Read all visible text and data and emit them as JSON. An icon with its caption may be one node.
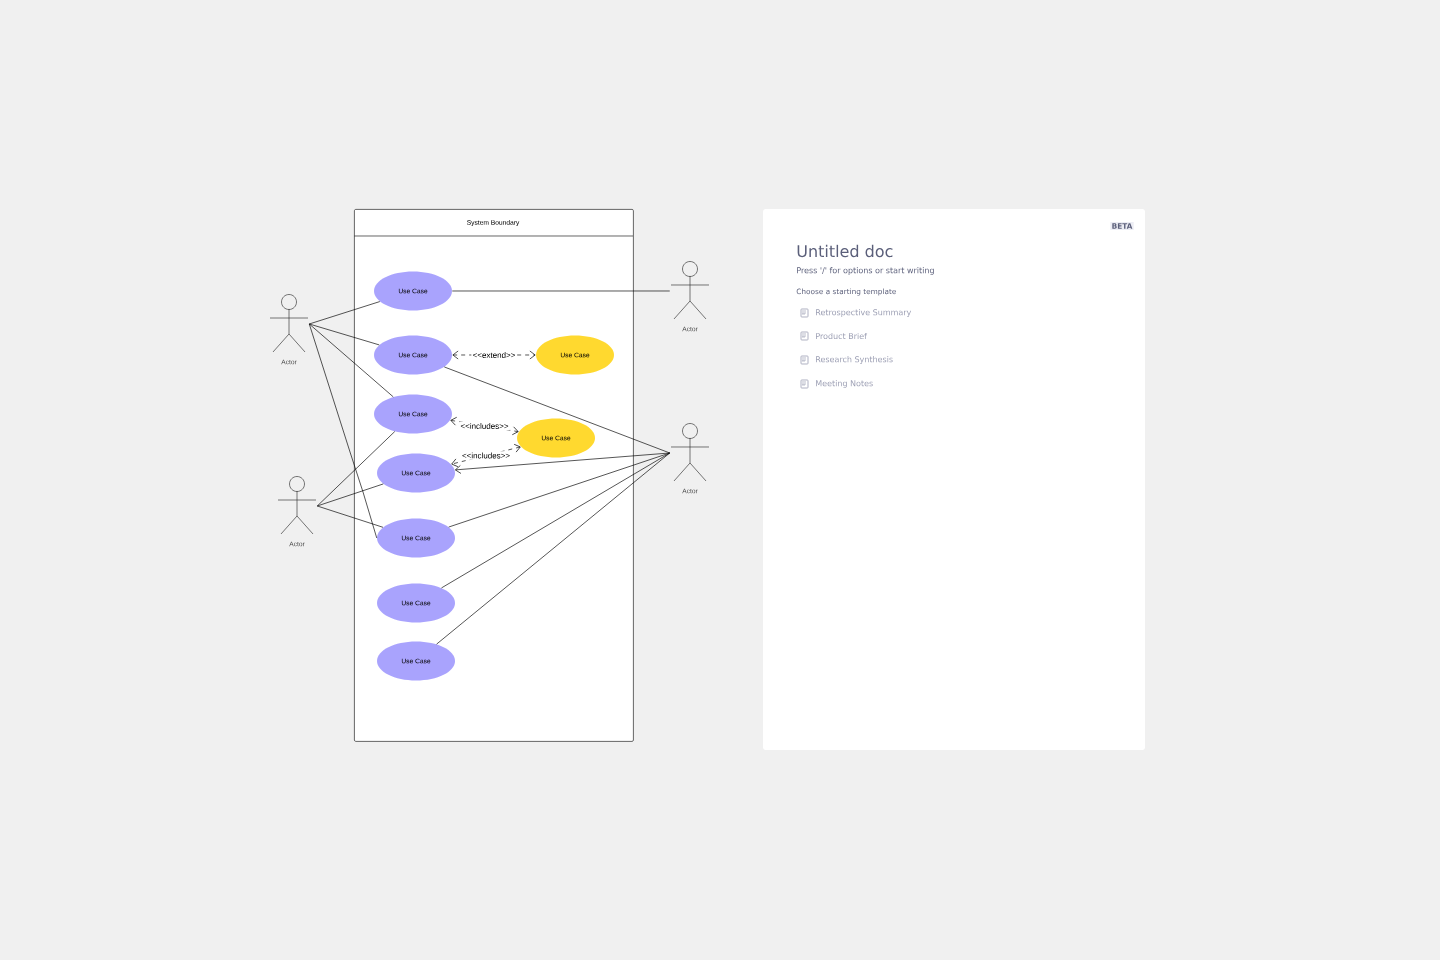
{
  "diagram": {
    "nodes": [
      {
        "text": [
          "System Boundary"
        ]
      },
      {
        "text": [
          "Use Case"
        ],
        "in": 0
      },
      {
        "text": [
          "Use Case"
        ],
        "in": 0
      },
      {
        "text": [
          "Use Case"
        ],
        "in": 0
      },
      {
        "text": [
          "Use Case"
        ],
        "in": 0
      },
      {
        "text": [
          "Use Case"
        ],
        "in": 0
      },
      {
        "text": [
          "Use Case"
        ],
        "in": 0
      },
      {
        "text": [
          "Use Case"
        ],
        "in": 0
      },
      {
        "text": [
          "Use Case"
        ],
        "in": 0
      },
      {
        "text": [
          "Use Case"
        ],
        "in": 0
      },
      {
        "text": [
          "Actor"
        ]
      },
      {
        "text": [
          "Actor"
        ]
      },
      {
        "text": [
          "Actor"
        ]
      },
      {
        "text": [
          "Actor"
        ]
      }
    ],
    "edges": [
      {
        "from": 10,
        "to": 1,
        "arrow": "none"
      },
      {
        "from": 10,
        "to": 2,
        "arrow": "none"
      },
      {
        "from": 10,
        "to": 3,
        "arrow": "none"
      },
      {
        "from": 10,
        "to": 5,
        "arrow": "none"
      },
      {
        "from": 11,
        "to": 3,
        "arrow": "none"
      },
      {
        "from": 11,
        "to": 4,
        "arrow": "none"
      },
      {
        "from": 11,
        "to": 5,
        "arrow": "none"
      },
      {
        "from": 12,
        "to": 1,
        "arrow": "none"
      },
      {
        "from": 13,
        "to": 2,
        "arrow": "none"
      },
      {
        "from": 13,
        "to": 4,
        "arrow": "to"
      },
      {
        "from": 13,
        "to": 5,
        "arrow": "none"
      },
      {
        "from": 13,
        "to": 6,
        "arrow": "none"
      },
      {
        "from": 13,
        "to": 7,
        "arrow": "none"
      },
      {
        "from": 2,
        "to": 8,
        "arrow": "both",
        "label": "<<extend>>",
        "style": "dashed"
      },
      {
        "from": 3,
        "to": 9,
        "arrow": "both",
        "label": "<<includes>>",
        "style": "dashed"
      },
      {
        "from": 9,
        "to": 4,
        "arrow": "both",
        "label": "<<includes>>",
        "style": "dashed"
      }
    ],
    "labels": [
      "BETA",
      "Untitled doc",
      "Press '/' for options or start writing",
      "Choose a starting template",
      "Retrospective Summary",
      "Product Brief",
      "Research Synthesis",
      "Meeting Notes"
    ]
  }
}
